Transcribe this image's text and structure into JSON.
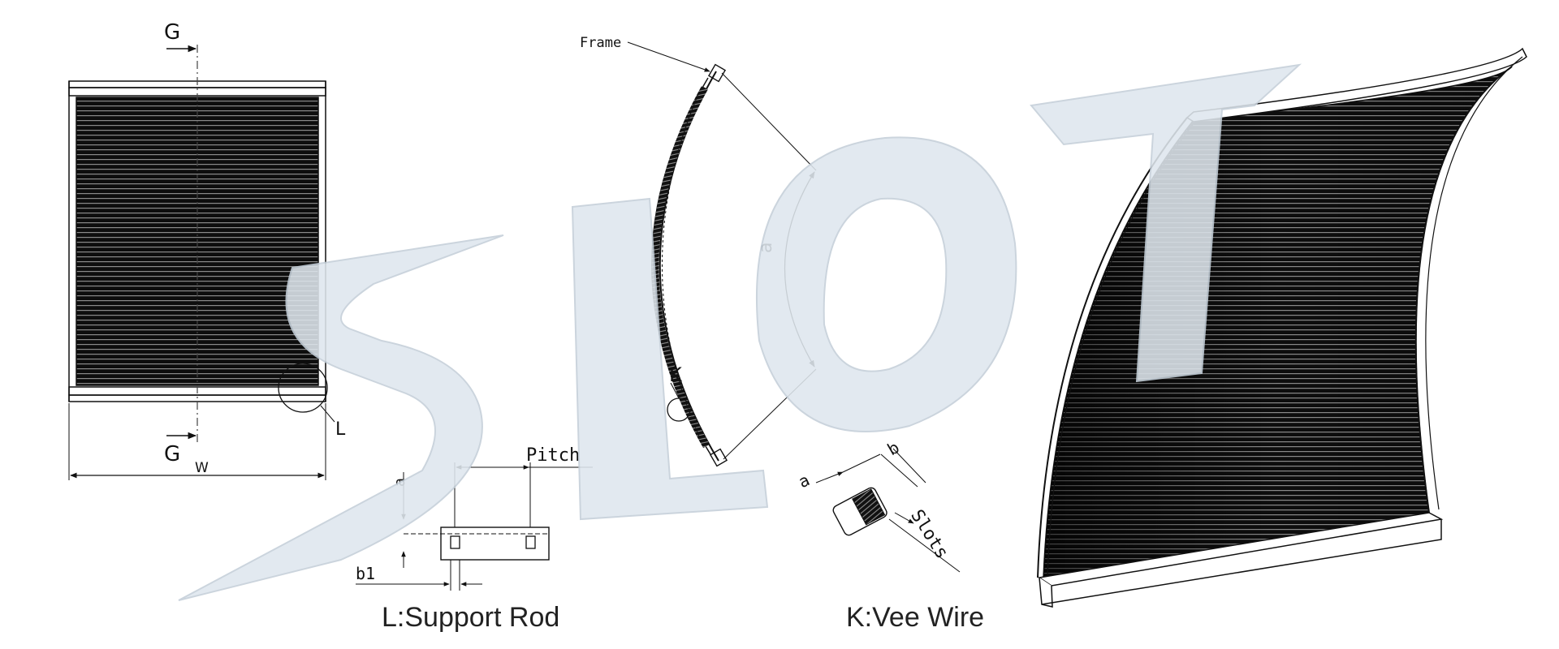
{
  "front_view": {
    "section_label_top": "G",
    "section_label_bottom": "G",
    "width_label": "W",
    "detail_label": "L"
  },
  "side_view": {
    "frame_label": "Frame",
    "arc_label": "a",
    "detail_label": "K"
  },
  "support_rod_detail": {
    "pitch_label": "Pitch",
    "a_label": "a",
    "b1_label": "b1",
    "caption": "L:Support Rod"
  },
  "vee_wire_detail": {
    "a_label": "a",
    "b_label": "b",
    "slots_label": "Slots",
    "caption": "K:Vee Wire"
  },
  "watermark": {
    "text": "SLOT",
    "color": "#dfe7ee"
  },
  "colors": {
    "line": "#111111",
    "mesh_dark": "#0c0c0c",
    "mesh_stripe": "#8a8a8a"
  }
}
